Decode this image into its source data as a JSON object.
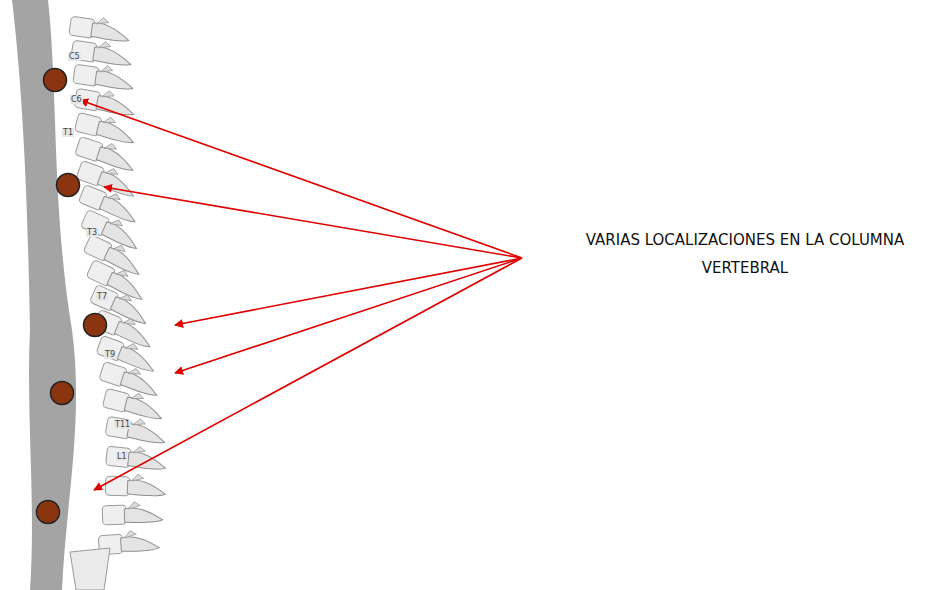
{
  "diagram": {
    "labels": [
      "VARIAS LOCALIZACIONES EN LA COLUMNA VERTEBRAL",
      "C5",
      "C6",
      "T1",
      "T3",
      "T7",
      "T9",
      "T11",
      "L1"
    ]
  }
}
